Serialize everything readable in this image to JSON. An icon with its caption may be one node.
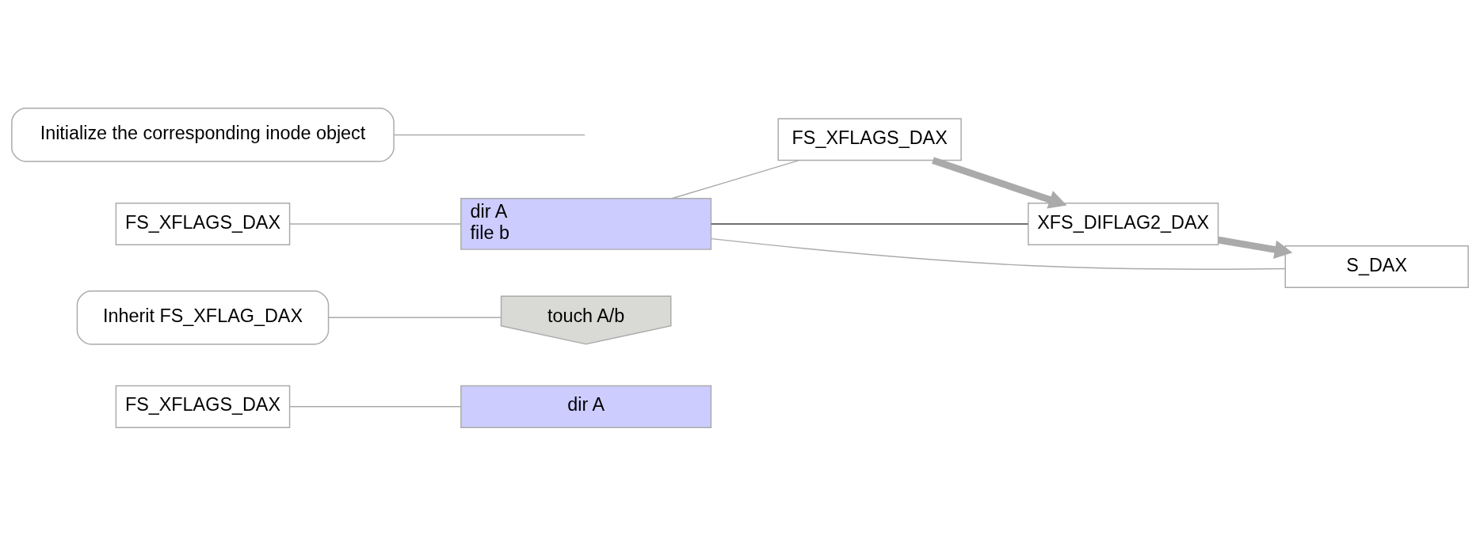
{
  "diagram": {
    "nodes": [
      {
        "text": [
          "FS_XFLAGS_DAX"
        ]
      },
      {
        "text": [
          "dir A"
        ]
      },
      {
        "text": [
          "Inherit FS_XFLAG_DAX"
        ]
      },
      {
        "text": [
          "touch A/b"
        ]
      },
      {
        "text": [
          "FS_XFLAGS_DAX"
        ]
      },
      {
        "text": [
          "dir A",
          "file b"
        ]
      },
      {
        "text": [
          "FS_XFLAGS_DAX"
        ]
      },
      {
        "text": [
          "XFS_DIFLAG2_DAX"
        ]
      },
      {
        "text": [
          "S_DAX"
        ]
      },
      {
        "text": [
          "Initialize the corresponding inode object"
        ]
      }
    ],
    "edges": [
      {
        "from": 0,
        "to": 1,
        "arrow": "none"
      },
      {
        "from": 2,
        "to": 3,
        "arrow": "none"
      },
      {
        "from": 4,
        "to": 5,
        "arrow": "none"
      },
      {
        "from": 5,
        "to": 6,
        "arrow": "none"
      },
      {
        "from": 5,
        "to": 7,
        "arrow": "none",
        "color": "#404040"
      },
      {
        "from": 5,
        "to": 8,
        "arrow": "none"
      },
      {
        "from": 6,
        "to": 7,
        "arrow": "to",
        "style": "thick"
      },
      {
        "from": 7,
        "to": 8,
        "arrow": "to",
        "style": "thick"
      },
      {
        "from": 9,
        "to": null,
        "arrow": "none"
      }
    ]
  }
}
